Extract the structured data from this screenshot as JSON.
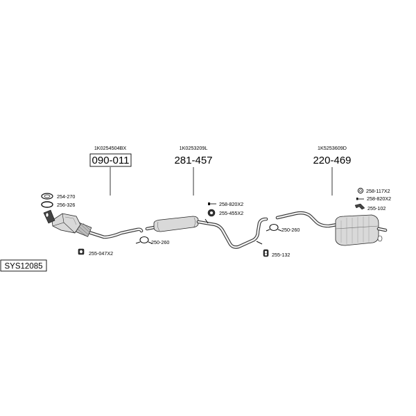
{
  "diagram": {
    "id_label": "SYS12085",
    "components": [
      {
        "oe_code": "1K0254504BX",
        "part_number": "090-011",
        "boxed": true
      },
      {
        "oe_code": "1K0253209L",
        "part_number": "281-457",
        "boxed": false
      },
      {
        "oe_code": "1K5253609D",
        "part_number": "220-469",
        "boxed": false
      }
    ],
    "accessories": [
      {
        "label": "254-270",
        "icon": "gasket-ring-icon"
      },
      {
        "label": "256-326",
        "icon": "gasket-ring-icon"
      },
      {
        "label": "255-047X2",
        "icon": "rubber-mount-icon"
      },
      {
        "label": "250-260",
        "icon": "pipe-clamp-icon"
      },
      {
        "label": "258-820X2",
        "icon": "bolt-icon"
      },
      {
        "label": "255-455X2",
        "icon": "rubber-mount-icon"
      },
      {
        "label": "250-260",
        "icon": "pipe-clamp-icon"
      },
      {
        "label": "255-132",
        "icon": "rubber-mount-icon"
      },
      {
        "label": "258-117X2",
        "icon": "gasket-ring-icon"
      },
      {
        "label": "258-820X2",
        "icon": "bolt-icon"
      },
      {
        "label": "255-102",
        "icon": "hanger-bracket-icon"
      }
    ]
  }
}
